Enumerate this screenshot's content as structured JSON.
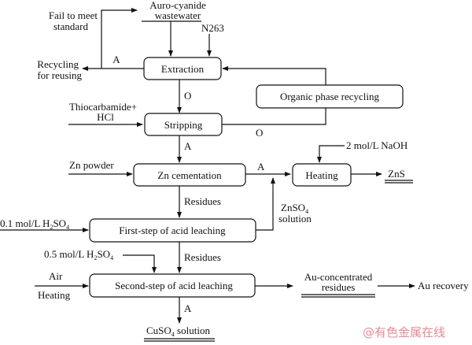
{
  "diagram": {
    "title": "Gold and copper recovery from auro-cyanide wastewater flowsheet",
    "process_boxes": {
      "extraction": "Extraction",
      "organic_recycling": "Organic phase recycling",
      "stripping": "Stripping",
      "zn_cementation": "Zn cementation",
      "heating": "Heating",
      "first_leach": "First-step of acid leaching",
      "second_leach": "Second-step of acid leaching"
    },
    "inputs": {
      "feed_line1": "Auro-cyanide",
      "feed_line2": "wastewater",
      "extractant": "N263",
      "fail_line1": "Fail to meet",
      "fail_line2": "standard",
      "recycle_line1": "Recycling",
      "recycle_line2": "for reusing",
      "strip_reagent_line1": "Thiocarbamide+",
      "strip_reagent_line2": "HCl",
      "zn_powder": "Zn powder",
      "naoh": "2 mol/L NaOH",
      "acid1_prefix": "0.1 mol/L H",
      "acid2_prefix": "0.5 mol/L H",
      "sub_2": "2",
      "so": "SO",
      "sub_4": "4",
      "air": "Air",
      "heating_cond": "Heating"
    },
    "stream_labels": {
      "aqueous": "A",
      "organic": "O",
      "residues": "Residues",
      "znso4_prefix": "ZnSO",
      "solution": "solution"
    },
    "products": {
      "zns": "ZnS",
      "au_conc_line1": "Au-concentrated",
      "au_conc_line2": "residues",
      "au_recovery": "Au recovery",
      "cuso4_prefix": "CuSO",
      "cuso4_suffix": " solution"
    },
    "watermark": "@有色金属在线"
  }
}
